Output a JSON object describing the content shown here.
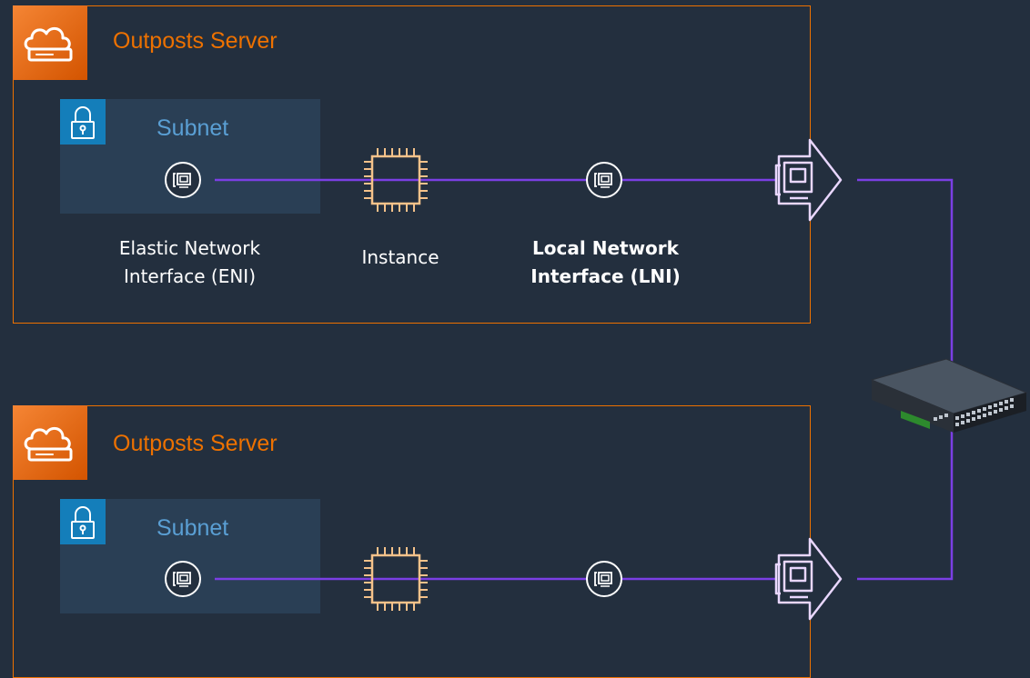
{
  "colors": {
    "background": "#232f3e",
    "server_border": "#ed7100",
    "subnet_fill": "#2a3f55",
    "subnet_accent": "#147eba",
    "connector": "#7b3fe4",
    "chip": "#f5c28a",
    "interface": "#ffffff"
  },
  "servers": [
    {
      "title": "Outposts Server",
      "icon": "cloud-server-icon",
      "subnet": {
        "title": "Subnet",
        "icon": "lock-icon"
      },
      "nodes": [
        {
          "icon": "network-interface-icon",
          "label": "Elastic Network\nInterface (ENI)"
        },
        {
          "icon": "chip-icon",
          "label": "Instance"
        },
        {
          "icon": "network-interface-icon",
          "label": "Local Network\nInterface (LNI)"
        }
      ],
      "gateway_icon": "network-interface-arrow-icon"
    },
    {
      "title": "Outposts Server",
      "icon": "cloud-server-icon",
      "subnet": {
        "title": "Subnet",
        "icon": "lock-icon"
      },
      "nodes": [
        {
          "icon": "network-interface-icon"
        },
        {
          "icon": "chip-icon"
        },
        {
          "icon": "network-interface-icon"
        }
      ],
      "gateway_icon": "network-interface-arrow-icon"
    }
  ],
  "switch": {
    "icon": "network-switch-icon"
  }
}
